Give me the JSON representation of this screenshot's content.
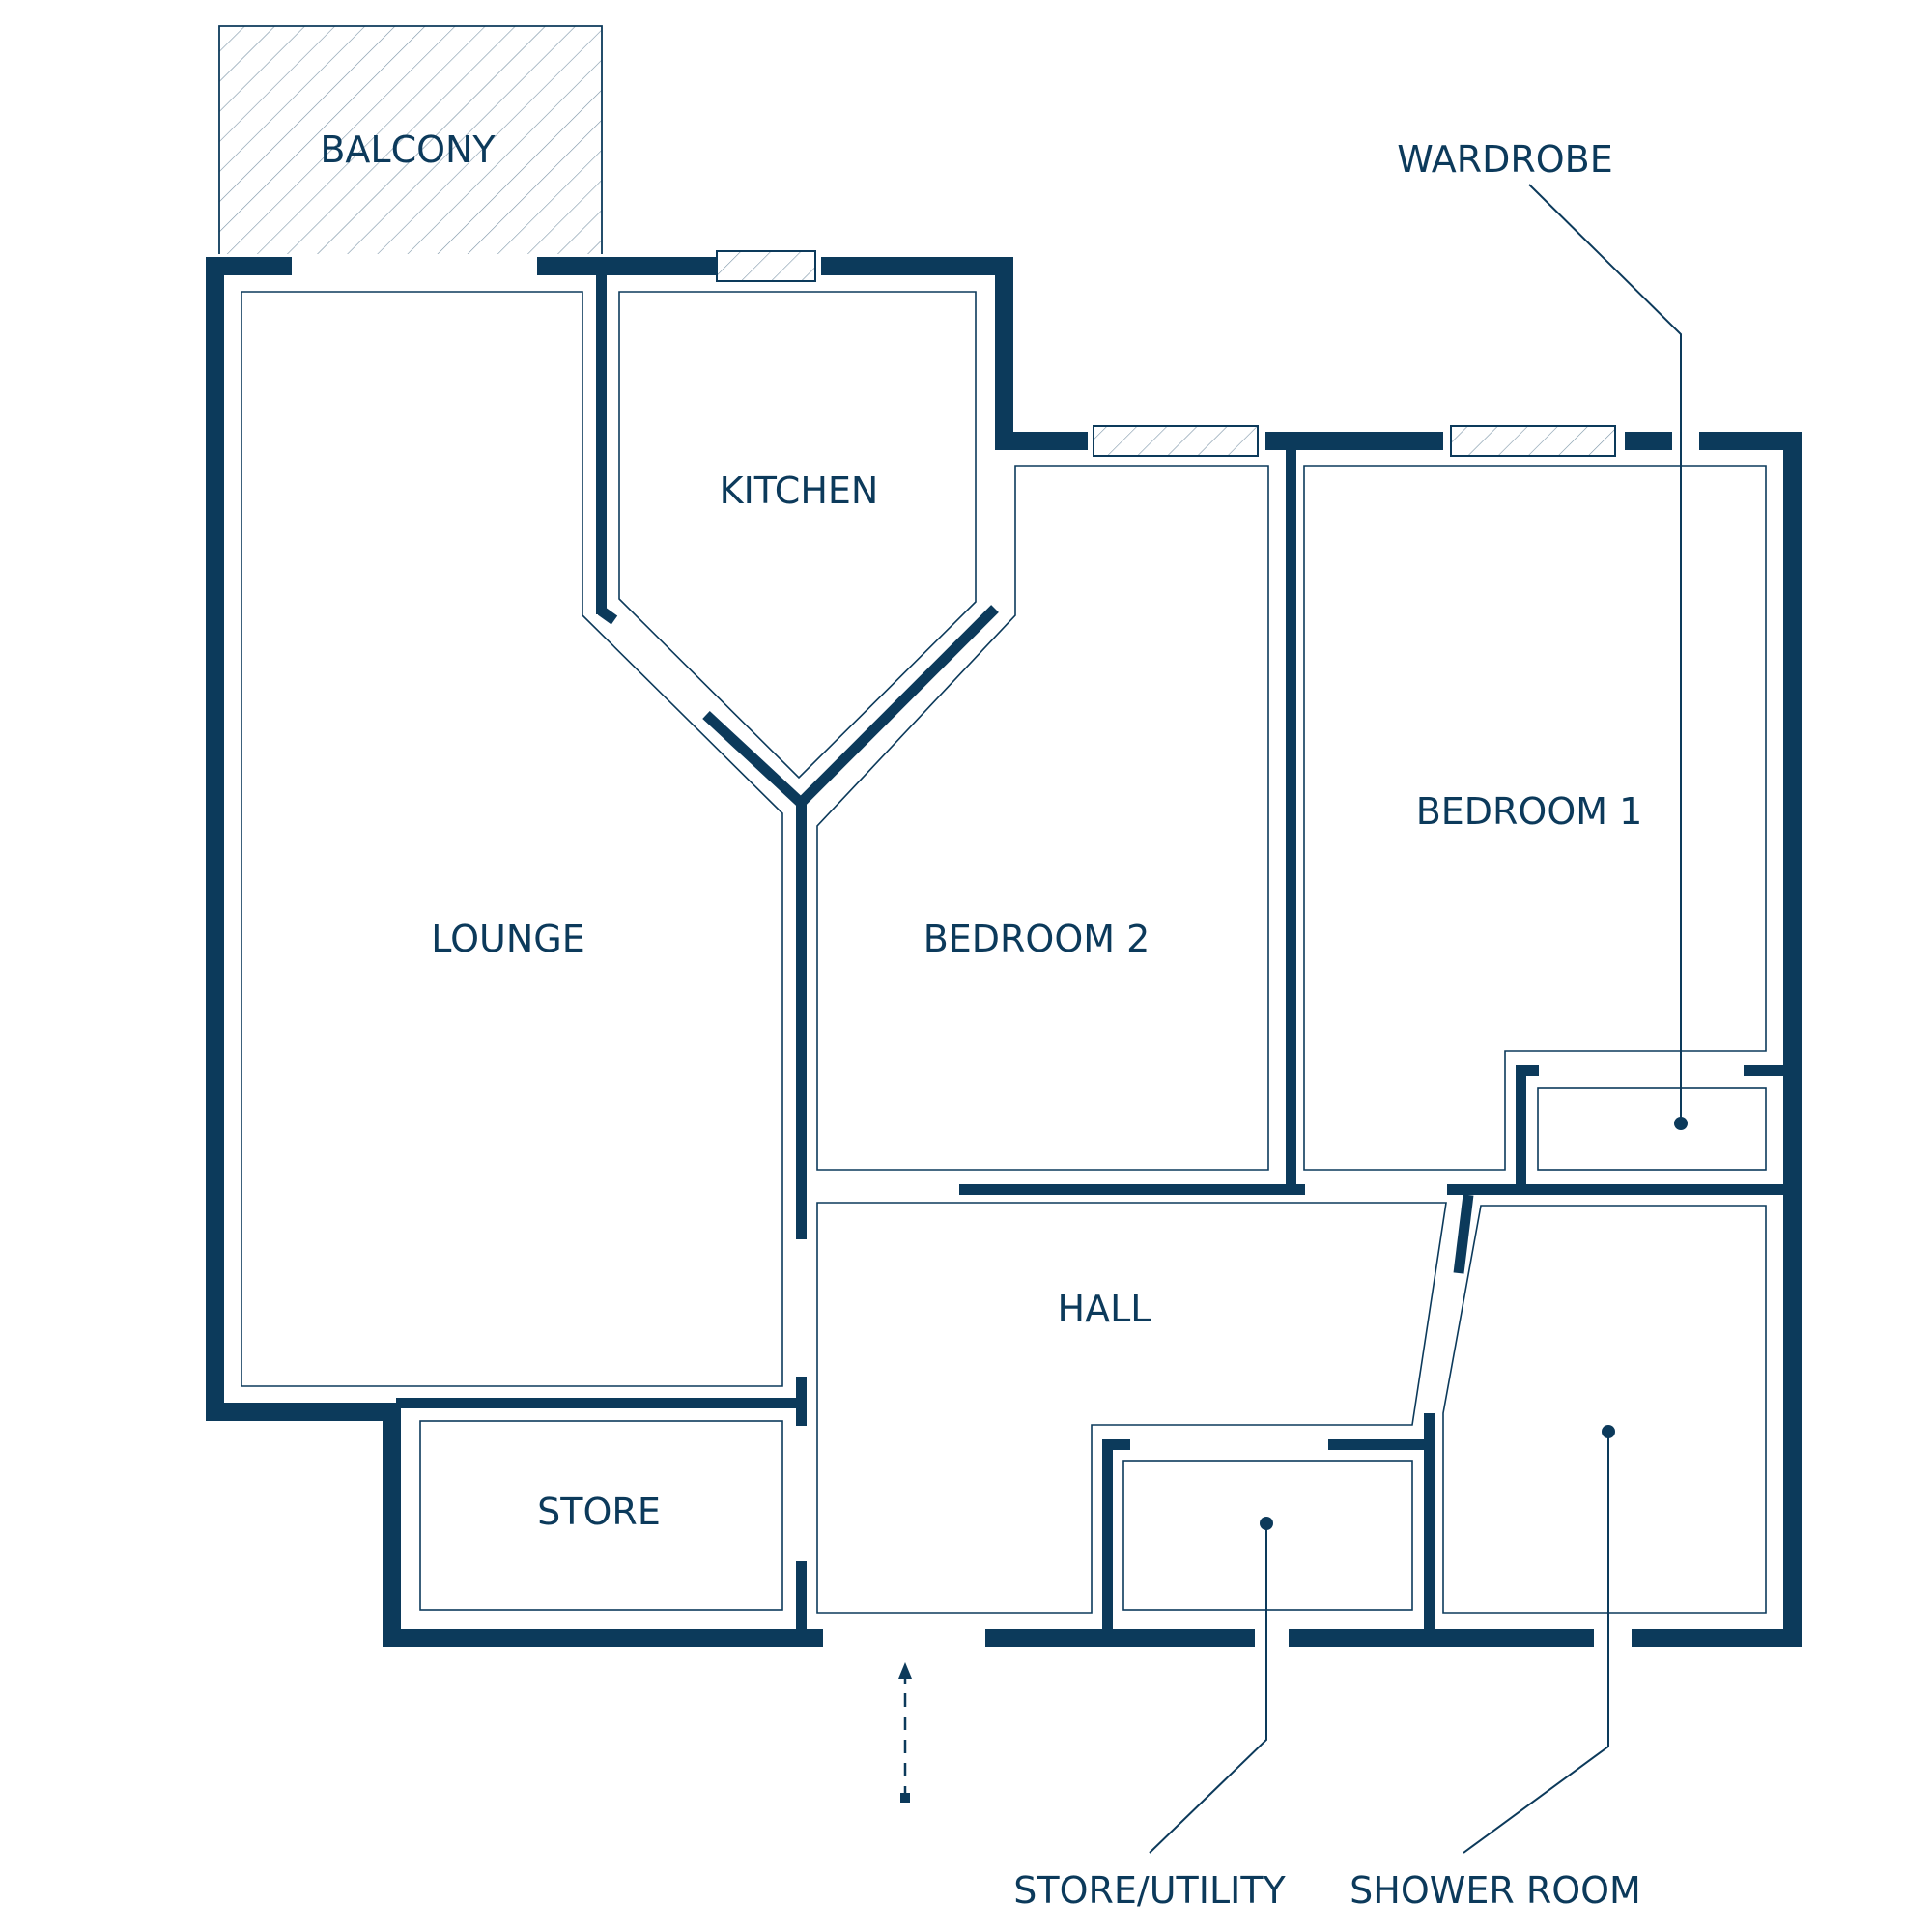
{
  "rooms": {
    "balcony": "BALCONY",
    "kitchen": "KITCHEN",
    "lounge": "LOUNGE",
    "bedroom2": "BEDROOM 2",
    "bedroom1": "BEDROOM 1",
    "hall": "HALL",
    "store": "STORE"
  },
  "callouts": {
    "wardrobe": "WARDROBE",
    "store_utility": "STORE/UTILITY",
    "shower_room": "SHOWER ROOM"
  },
  "colors": {
    "wall": "#0c3a5b",
    "background": "#ffffff"
  }
}
